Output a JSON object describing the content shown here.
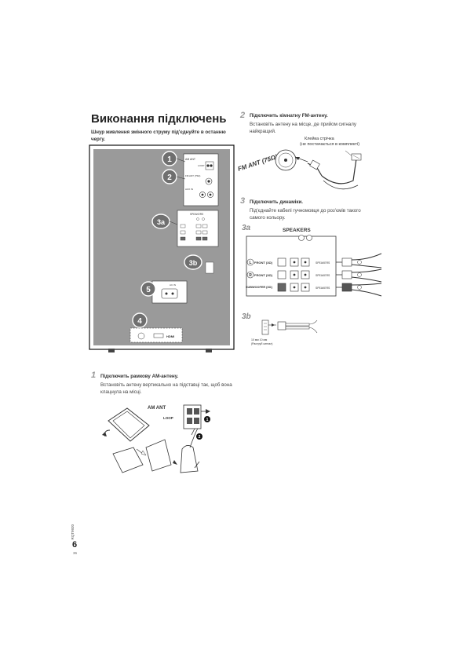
{
  "page": {
    "title": "Виконання підключень",
    "intro": "Шнур живлення змінного струму під'єднуйте в останню чергу.",
    "side_code": "RQT9920",
    "page_number": "6",
    "page_sub": "36"
  },
  "unit_panel": {
    "badges": [
      "1",
      "2",
      "3a",
      "3b",
      "5",
      "4"
    ],
    "am_ant_label": "AM ANT",
    "loop_label": "LOOP",
    "fm_ant_small": "FM ANT (75Ω)",
    "aux_label": "AUX IN",
    "speakers_small": "SPEAKERS",
    "ac_in_label": "AC IN",
    "hdmi_label": "HDMI"
  },
  "step1": {
    "number": "1",
    "title": "Підключить рамкову АМ-антену.",
    "body": "Встановіть антену вертикально на підставці так, щоб вона клацнула на місці.",
    "am_ant_label": "AM ANT",
    "loop_label": "LOOP",
    "marker1": "1",
    "marker2": "2"
  },
  "step2": {
    "number": "2",
    "title": "Підключить кімнатну FM-антену.",
    "body": "Встановіть антену на місце, де прийом сигналу найкращий.",
    "tape_label": "Клейка стрічка\n(не постачається в комплекті)",
    "fm_label": "FM ANT (75Ω)"
  },
  "step3": {
    "number": "3",
    "title": "Підключить динаміки.",
    "body": "Під'єднайте кабелі гучномовця до роз'ємів такого самого кольору.",
    "sub_a": "3a",
    "sub_b": "3b",
    "speakers_title": "SPEAKERS",
    "rows": [
      {
        "letter": "L",
        "label": "FRONT (3Ω)",
        "conn": "SPEAKERS"
      },
      {
        "letter": "R",
        "label": "FRONT (3Ω)",
        "conn": "SPEAKERS"
      },
      {
        "letter": "",
        "label": "SUBWOOFER (3Ω)",
        "conn": "SPEAKERS"
      }
    ],
    "strip_label": "10 мм 10 мм\n(Раструб сигнал)"
  }
}
